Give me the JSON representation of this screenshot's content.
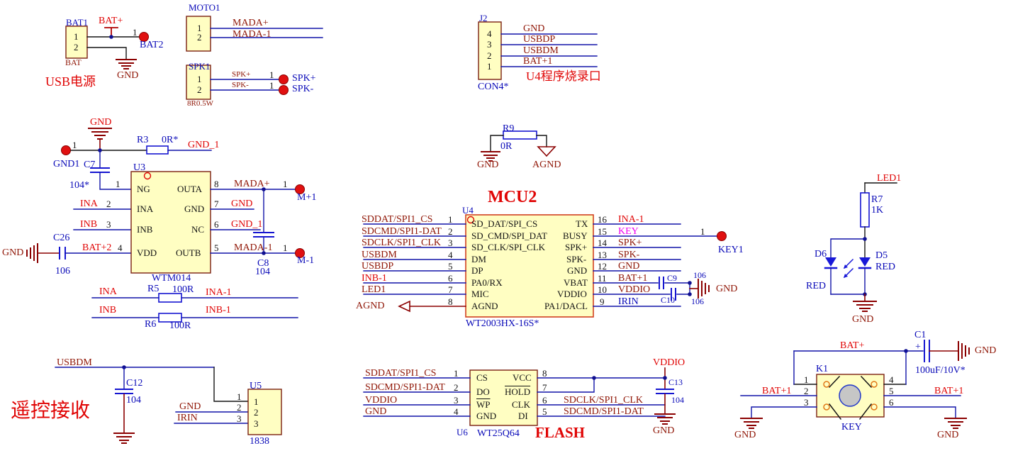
{
  "usb": {
    "ref": "BAT1",
    "part": "BAT",
    "caption": "USB电源",
    "pins": [
      "1",
      "2"
    ],
    "net": "BAT+",
    "pad_pin": "1",
    "pad": "BAT2",
    "gnd": "GND"
  },
  "moto": {
    "ref": "MOTO1",
    "pins": [
      "1",
      "2"
    ],
    "nets": [
      "MADA+",
      "MADA-1"
    ]
  },
  "spk": {
    "ref": "SPK1",
    "part": "8R0.5W",
    "pins": [
      "1",
      "2"
    ],
    "nets": [
      "SPK+",
      "SPK-"
    ],
    "pad_pins": [
      "1",
      "1"
    ],
    "pads": [
      "SPK+",
      "SPK-"
    ]
  },
  "amp": {
    "gnd": "GND",
    "pad": "GND1",
    "pad_pin": "1",
    "c7": "C7",
    "c7_val": "104*",
    "r3": "R3",
    "r3_val": "0R*",
    "r3_net": "GND_1",
    "ref": "U3",
    "part": "WTM014",
    "left": [
      {
        "net": "",
        "pin": "1",
        "name": "NG"
      },
      {
        "net": "INA",
        "pin": "2",
        "name": "INA"
      },
      {
        "net": "INB",
        "pin": "3",
        "name": "INB"
      },
      {
        "net": "BAT+2",
        "pin": "4",
        "name": "VDD"
      }
    ],
    "right": [
      {
        "name": "OUTA",
        "pin": "8",
        "net": "MADA+"
      },
      {
        "name": "GND",
        "pin": "7",
        "net": "GND"
      },
      {
        "name": "NC",
        "pin": "6",
        "net": "GND_1"
      },
      {
        "name": "OUTB",
        "pin": "5",
        "net": "MADA-1"
      }
    ],
    "c8": "C8",
    "c8_val": "104",
    "c26": "C26",
    "c26_val": "106",
    "c26_gnd": "GND",
    "m_pos_pin": "1",
    "m_pos": "M+1",
    "m_neg_pin": "1",
    "m_neg": "M-1"
  },
  "rnet": {
    "r5": "R5",
    "r5_val": "100R",
    "r5_a": "INA",
    "r5_b": "INA-1",
    "r6": "R6",
    "r6_val": "100R",
    "r6_a": "INB",
    "r6_b": "INB-1"
  },
  "ir": {
    "caption": "遥控接收",
    "net": "USBDM",
    "c12": "C12",
    "c12_val": "104",
    "ref": "U5",
    "part": "1838",
    "outer": [
      "1",
      "2",
      "3"
    ],
    "inner": [
      "1",
      "2",
      "3"
    ],
    "nets": [
      "GND",
      "IRIN"
    ]
  },
  "j2": {
    "ref": "J2",
    "part": "CON4*",
    "caption": "U4程序烧录口",
    "pins": [
      "4",
      "3",
      "2",
      "1"
    ],
    "nets": [
      "GND",
      "USBDP",
      "USBDM",
      "BAT+1"
    ]
  },
  "r9": {
    "ref": "R9",
    "val": "0R",
    "gnd": "GND",
    "agnd": "AGND"
  },
  "mcu": {
    "title": "MCU2",
    "ref": "U4",
    "part": "WT2003HX-16S*",
    "left": [
      {
        "net": "SDDAT/SPI1_CS",
        "pin": "1",
        "name": "SD_DAT/SPI_CS"
      },
      {
        "net": "SDCMD/SPI1-DAT",
        "pin": "2",
        "name": "SD_CMD/SPI_DAT"
      },
      {
        "net": "SDCLK/SPI1_CLK",
        "pin": "3",
        "name": "SD_CLK/SPI_CLK"
      },
      {
        "net": "USBDM",
        "pin": "4",
        "name": "DM"
      },
      {
        "net": "USBDP",
        "pin": "5",
        "name": "DP"
      },
      {
        "net": "INB-1",
        "pin": "6",
        "name": "PA0/RX"
      },
      {
        "net": "LED1",
        "pin": "7",
        "name": "MIC"
      },
      {
        "net": "AGND",
        "pin": "8",
        "name": "AGND"
      }
    ],
    "right": [
      {
        "name": "TX",
        "pin": "16",
        "net": "INA-1"
      },
      {
        "name": "BUSY",
        "pin": "15",
        "net": "KEY"
      },
      {
        "name": "SPK+",
        "pin": "14",
        "net": "SPK+"
      },
      {
        "name": "SPK-",
        "pin": "13",
        "net": "SPK-"
      },
      {
        "name": "GND",
        "pin": "12",
        "net": "GND"
      },
      {
        "name": "VBAT",
        "pin": "11",
        "net": "BAT+1"
      },
      {
        "name": "VDDIO",
        "pin": "10",
        "net": "VDDIO"
      },
      {
        "name": "PA1/DACL",
        "pin": "9",
        "net": "IRIN"
      }
    ],
    "key_pin": "1",
    "key_pad": "KEY1",
    "c9": "C9",
    "c9_val": "106",
    "c10": "C10",
    "c10_val": "106",
    "gnd": "GND"
  },
  "flash": {
    "title": "FLASH",
    "ref": "U6",
    "part": "WT25Q64",
    "left": [
      {
        "net": "SDDAT/SPI1_CS",
        "pin": "1",
        "name": "CS"
      },
      {
        "net": "SDCMD/SPI1-DAT",
        "pin": "2",
        "name": "DO"
      },
      {
        "net": "VDDIO",
        "pin": "3",
        "name": "WP"
      },
      {
        "net": "GND",
        "pin": "4",
        "name": "GND"
      }
    ],
    "right": [
      {
        "name": "VCC",
        "pin": "8",
        "net": ""
      },
      {
        "name": "HOLD",
        "pin": "7",
        "net": ""
      },
      {
        "name": "CLK",
        "pin": "6",
        "net": "SDCLK/SPI1_CLK"
      },
      {
        "name": "DI",
        "pin": "5",
        "net": "SDCMD/SPI1-DAT"
      }
    ],
    "vddio": "VDDIO",
    "c13": "C13",
    "c13_val": "104",
    "gnd": "GND"
  },
  "led": {
    "net": "LED1",
    "r7": "R7",
    "r7_val": "1K",
    "d6": "D6",
    "d6_color": "RED",
    "d5": "D5",
    "d5_color": "RED",
    "gnd": "GND"
  },
  "key": {
    "net": "BAT+",
    "c1": "C1",
    "c1_plus": "+",
    "c1_val": "100uF/10V*",
    "c1_gnd": "GND",
    "ref": "K1",
    "label": "KEY",
    "pins": [
      "1",
      "2",
      "3",
      "4",
      "5",
      "6"
    ],
    "bat_l": "BAT+1",
    "bat_r": "BAT+1",
    "gnd_l": "GND",
    "gnd_r": "GND"
  }
}
